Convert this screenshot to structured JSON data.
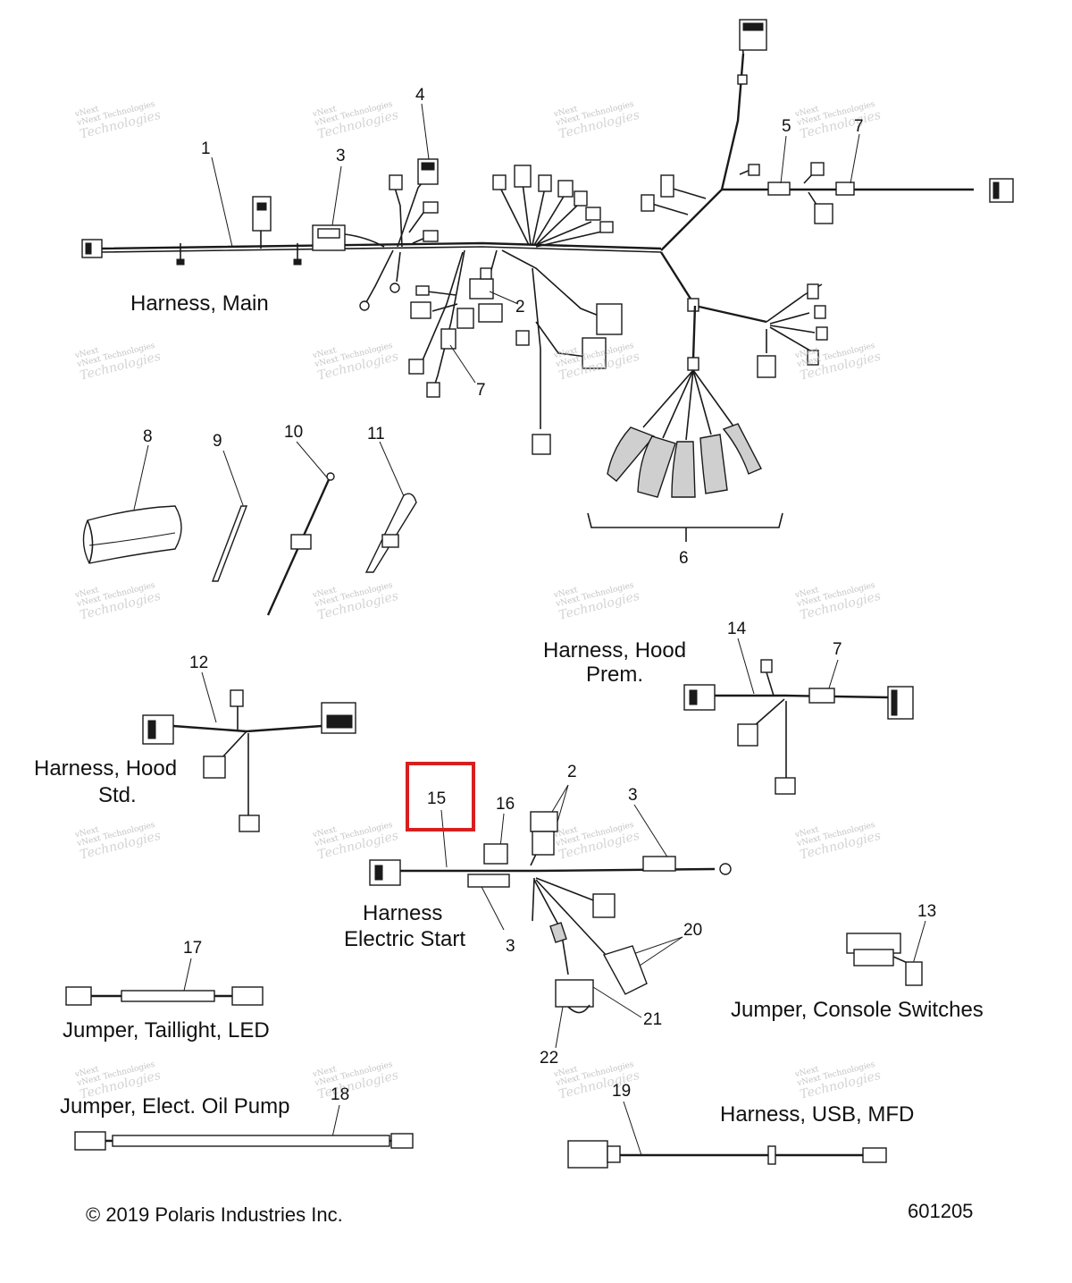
{
  "callouts": [
    "1",
    "2",
    "3",
    "4",
    "5",
    "6",
    "7",
    "8",
    "9",
    "10",
    "11",
    "12",
    "13",
    "14",
    "15",
    "16",
    "17",
    "18",
    "19",
    "20",
    "21",
    "22"
  ],
  "titles": {
    "main": "Harness, Main",
    "hood_prem_1": "Harness, Hood",
    "hood_prem_2": "Prem.",
    "hood_std_1": "Harness, Hood",
    "hood_std_2": "Std.",
    "electric_start_1": "Harness",
    "electric_start_2": "Electric Start",
    "console_switches": "Jumper, Console Switches",
    "taillight": "Jumper, Taillight, LED",
    "oil_pump": "Jumper, Elect. Oil Pump",
    "usb_mfd": "Harness, USB, MFD"
  },
  "footer": {
    "copyright": "© 2019 Polaris Industries Inc.",
    "figure_number": "601205"
  },
  "watermark": {
    "line1": "vNext Technologies",
    "line2": "Technologies",
    "line3": "vNext"
  },
  "highlight": {
    "item": "15",
    "color": "#d6201f"
  }
}
